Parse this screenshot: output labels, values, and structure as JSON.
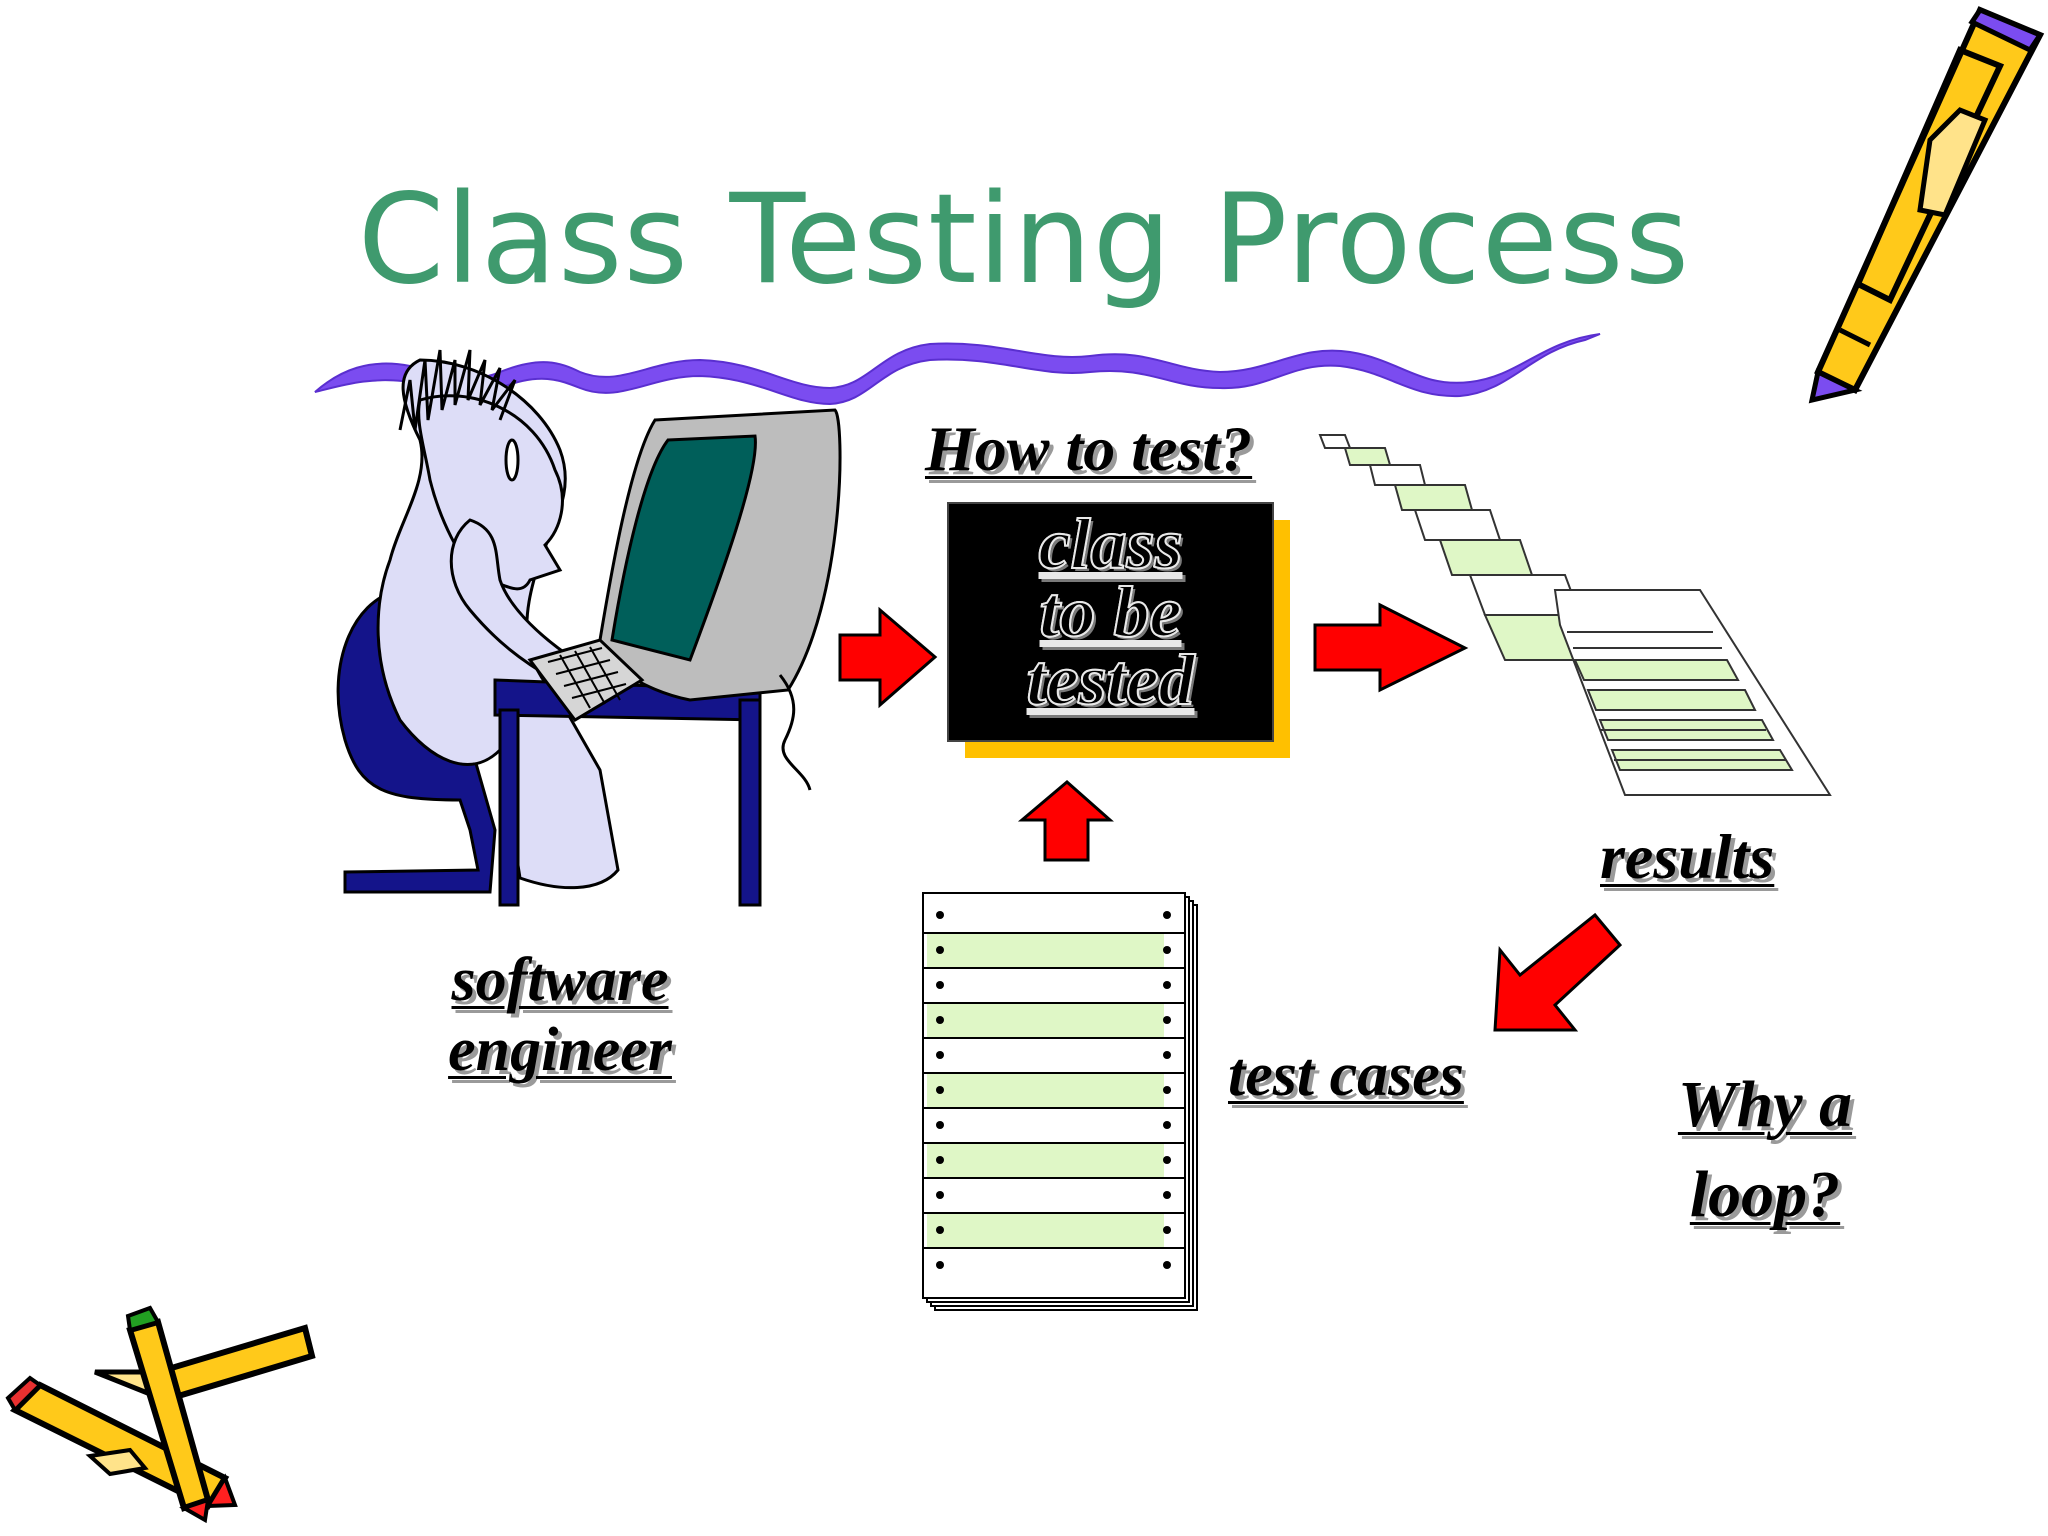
{
  "slide": {
    "title": "Class Testing Process",
    "box_lines": [
      "class",
      "to be",
      "tested"
    ],
    "how_to_test": "How to test?",
    "engineer_lines": [
      "software",
      "engineer"
    ],
    "results": "results",
    "test_cases": "test cases",
    "loop_lines": [
      "Why a",
      "loop?"
    ]
  },
  "colors": {
    "title": "#3f9a6e",
    "wave": "#7b4cf0",
    "arrow": "#ff0000",
    "box": "#000000",
    "box_shadow": "#ffc000",
    "paper_stripe": "#dff7c6",
    "figure": "#ddddf7",
    "chair": "#14148a",
    "monitor": "#bdbdbd",
    "screen": "#005f5a"
  },
  "icons": [
    "pencil-icon",
    "crossed-pencils-icon"
  ]
}
